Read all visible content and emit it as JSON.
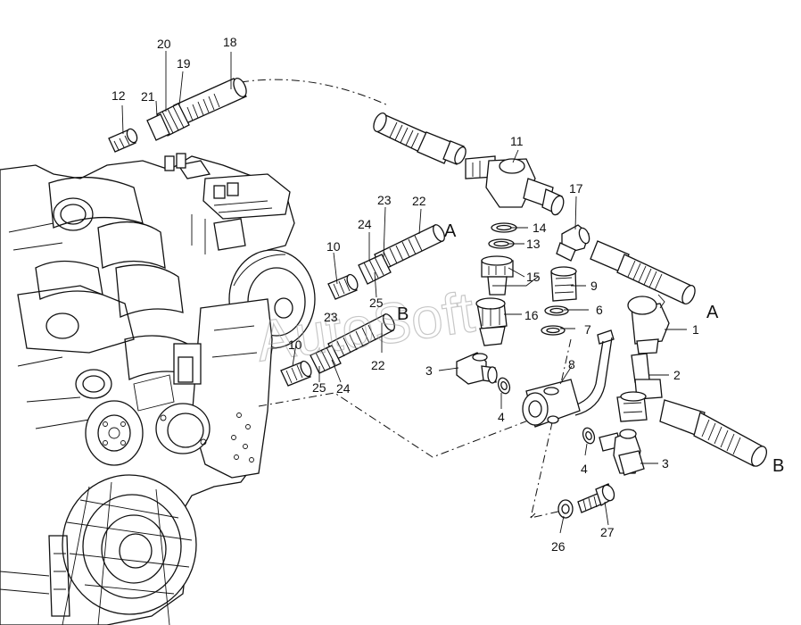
{
  "watermark": "AutoSoft",
  "callouts": [
    {
      "id": "c20",
      "text": "20"
    },
    {
      "id": "c18",
      "text": "18"
    },
    {
      "id": "c21",
      "text": "21"
    },
    {
      "id": "c19",
      "text": "19"
    },
    {
      "id": "c12",
      "text": "12"
    },
    {
      "id": "c11",
      "text": "11"
    },
    {
      "id": "c17",
      "text": "17"
    },
    {
      "id": "c23a",
      "text": "23"
    },
    {
      "id": "c22a",
      "text": "22"
    },
    {
      "id": "c24a",
      "text": "24"
    },
    {
      "id": "c10a",
      "text": "10"
    },
    {
      "id": "c14",
      "text": "14"
    },
    {
      "id": "c13",
      "text": "13"
    },
    {
      "id": "c15",
      "text": "15"
    },
    {
      "id": "c9",
      "text": "9"
    },
    {
      "id": "c25a",
      "text": "25"
    },
    {
      "id": "c16",
      "text": "16"
    },
    {
      "id": "c6",
      "text": "6"
    },
    {
      "id": "c23b",
      "text": "23"
    },
    {
      "id": "c1",
      "text": "1"
    },
    {
      "id": "c7",
      "text": "7"
    },
    {
      "id": "c10b",
      "text": "10"
    },
    {
      "id": "c22b",
      "text": "22"
    },
    {
      "id": "c8",
      "text": "8"
    },
    {
      "id": "c3a",
      "text": "3"
    },
    {
      "id": "c2",
      "text": "2"
    },
    {
      "id": "c25b",
      "text": "25"
    },
    {
      "id": "c24b",
      "text": "24"
    },
    {
      "id": "c4a",
      "text": "4"
    },
    {
      "id": "c4b",
      "text": "4"
    },
    {
      "id": "c3b",
      "text": "3"
    },
    {
      "id": "c26",
      "text": "26"
    },
    {
      "id": "c27",
      "text": "27"
    }
  ],
  "connection_letters": [
    {
      "id": "A1",
      "text": "A"
    },
    {
      "id": "B1",
      "text": "B"
    },
    {
      "id": "A2",
      "text": "A"
    },
    {
      "id": "B2",
      "text": "B"
    }
  ]
}
